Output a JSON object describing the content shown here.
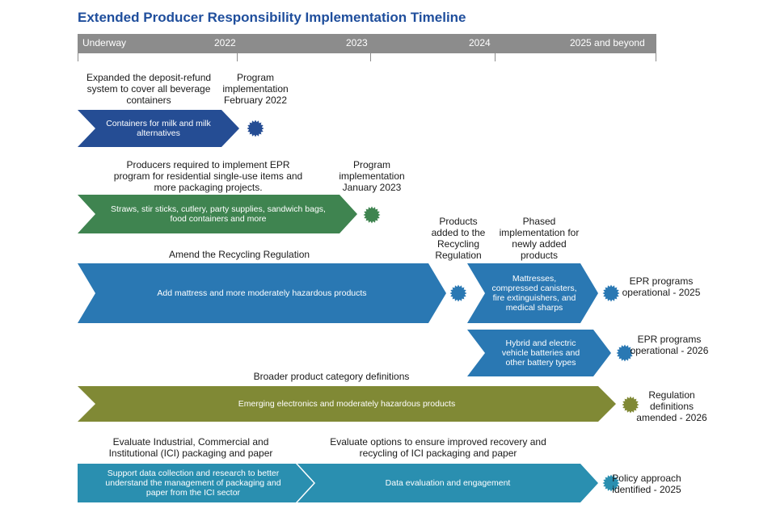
{
  "title": "Extended Producer Responsibility Implementation Timeline",
  "timeline": {
    "labels": [
      "Underway",
      "2022",
      "2023",
      "2024",
      "2025 and beyond"
    ]
  },
  "rows": {
    "r1": {
      "annotation": "Expanded the deposit-refund system to cover all beverage containers",
      "arrow": "Containers for milk and milk alternatives",
      "milestone": "Program implementation February 2022"
    },
    "r2": {
      "annotation": "Producers required to implement EPR program for residential single-use items and more packaging projects.",
      "arrow": "Straws, stir sticks, cutlery, party supplies, sandwich bags, food containers and more",
      "milestone": "Program implementation January 2023"
    },
    "r3": {
      "annotation": "Amend the Recycling Regulation",
      "arrow": "Add mattress and more moderately hazardous products",
      "milestone": "Products added to the Recycling Regulation",
      "phased_label": "Phased implementation for newly added products",
      "sub1_arrow": "Mattresses, compressed canisters, fire extinguishers, and medical sharps",
      "sub1_milestone": "EPR programs operational - 2025",
      "sub2_arrow": "Hybrid and electric vehicle batteries and other battery types",
      "sub2_milestone": "EPR programs operational - 2026"
    },
    "r4": {
      "annotation": "Broader product category definitions",
      "arrow": "Emerging electronics and moderately hazardous products",
      "milestone": "Regulation definitions amended - 2026"
    },
    "r5": {
      "annotation1": "Evaluate Industrial, Commercial and Institutional (ICI) packaging and paper",
      "annotation2": "Evaluate options to ensure improved recovery and recycling of ICI packaging and paper",
      "arrow1": "Support data collection and research to better understand the management of packaging and paper from the ICI sector",
      "arrow2": "Data evaluation and engagement",
      "milestone": "Policy approach identified - 2025"
    }
  },
  "colors": {
    "title": "#1f4e9c",
    "year_bar": "#8c8c8c",
    "navy": "#254d94",
    "green": "#3f8450",
    "blue": "#2a78b3",
    "teal": "#2a8fb0",
    "olive": "#808935"
  }
}
